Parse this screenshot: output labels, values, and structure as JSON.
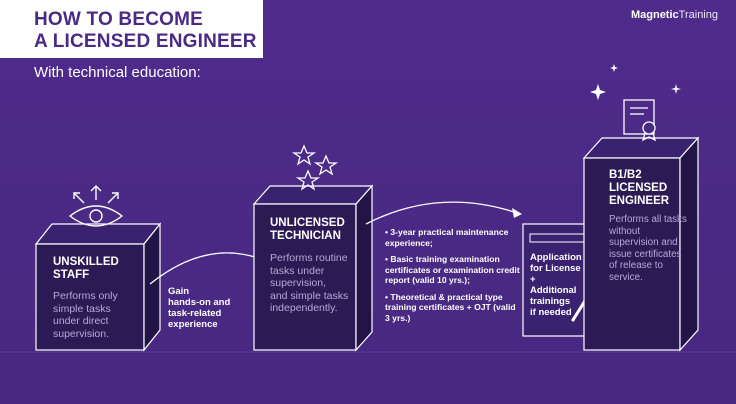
{
  "brand": {
    "name_bold": "Magnetic",
    "name_light": "Training"
  },
  "title": {
    "line1": "HOW TO BECOME",
    "line2": "A LICENSED ENGINEER"
  },
  "subtitle": "With technical education:",
  "colors": {
    "background": "#4b2a86",
    "accent_white": "#ffffff",
    "muted_text": "#b8a8d6",
    "dark_box": "#2c1a55"
  },
  "stages": {
    "unskilled": {
      "title1": "UNSKILLED",
      "title2": "STAFF",
      "desc": [
        "Performs only",
        "simple tasks",
        "under direct",
        "supervision."
      ],
      "icon": "eye-with-arrows-icon"
    },
    "unlicensed": {
      "title1": "UNLICENSED",
      "title2": "TECHNICIAN",
      "desc": [
        "Performs routine",
        "tasks under",
        "supervision,",
        "and simple tasks",
        "independently."
      ],
      "icon": "stars-icon"
    },
    "licensed": {
      "title1": "B1/B2",
      "title2": "LICENSED",
      "title3": "ENGINEER",
      "desc": [
        "Performs all tasks",
        "without",
        "supervision and",
        "issue certificates",
        "of release to",
        "service."
      ],
      "icon": "certificate-icon"
    }
  },
  "transition1": [
    "Gain",
    "hands-on and",
    "task-related",
    "experience"
  ],
  "requirements": [
    "• 3-year practical maintenance experience;",
    "• Basic training examination certificates or examination credit report (valid 10 yrs.);",
    "• Theoretical & practical type training certificates + OJT (valid 3 yrs.)"
  ],
  "application": [
    "Application",
    "for License",
    "+",
    "Additional",
    "trainings",
    "if needed"
  ]
}
